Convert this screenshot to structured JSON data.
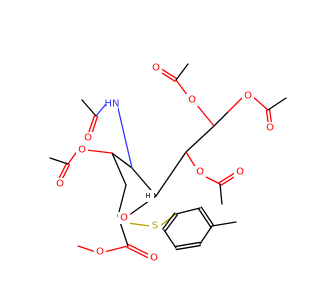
{
  "atom_symbols": {
    "oxygen": "O",
    "nitrogen_h": "HN",
    "sulfur": "S",
    "stereo_h": "H"
  },
  "colors": {
    "bond": "#000000",
    "oxygen": "#ff0000",
    "nitrogen": "#3333ff",
    "sulfur": "#b8a100",
    "background": "#ffffff"
  }
}
